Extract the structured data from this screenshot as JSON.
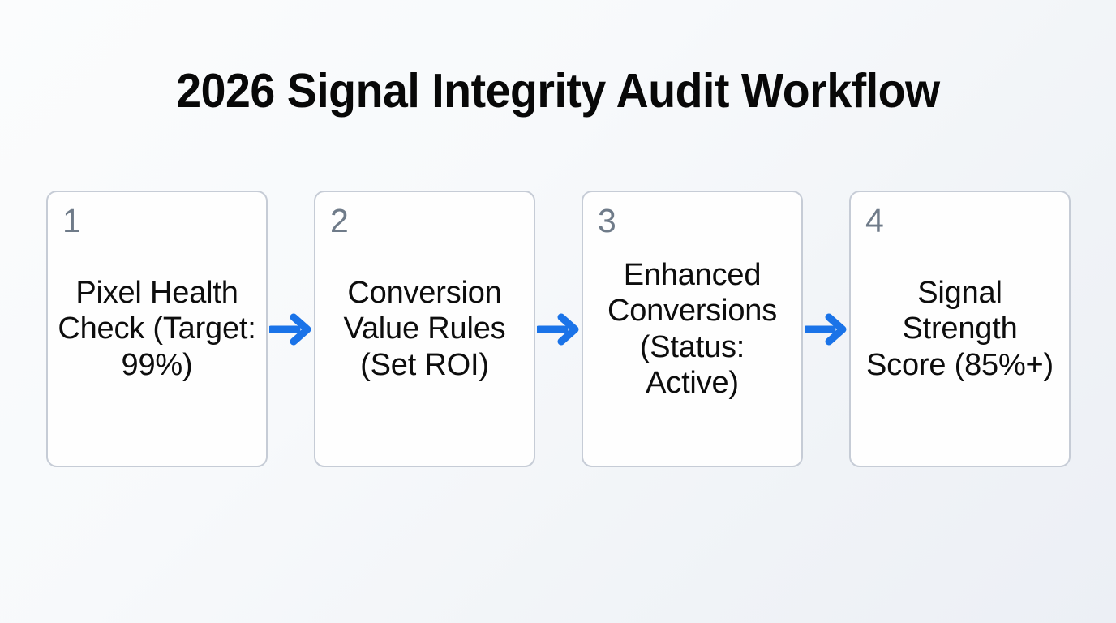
{
  "title": "2026 Signal Integrity Audit Workflow",
  "theme": {
    "accent": "#1a73e8",
    "card_border": "#c6ccd6",
    "card_background": "#fefefe",
    "step_number_color": "#6f7b89",
    "text_color": "#0d0d0d",
    "background_start": "#fbfcfd",
    "background_end": "#eceff5"
  },
  "flow": {
    "connector_icon": "arrow-right-icon",
    "steps": [
      {
        "number": "1",
        "label": "Pixel Health Check (Target: 99%)"
      },
      {
        "number": "2",
        "label": "Conversion Value Rules (Set ROI)"
      },
      {
        "number": "3",
        "label": "Enhanced Conversions (Status: Active)"
      },
      {
        "number": "4",
        "label": "Signal Strength Score (85%+)"
      }
    ]
  }
}
